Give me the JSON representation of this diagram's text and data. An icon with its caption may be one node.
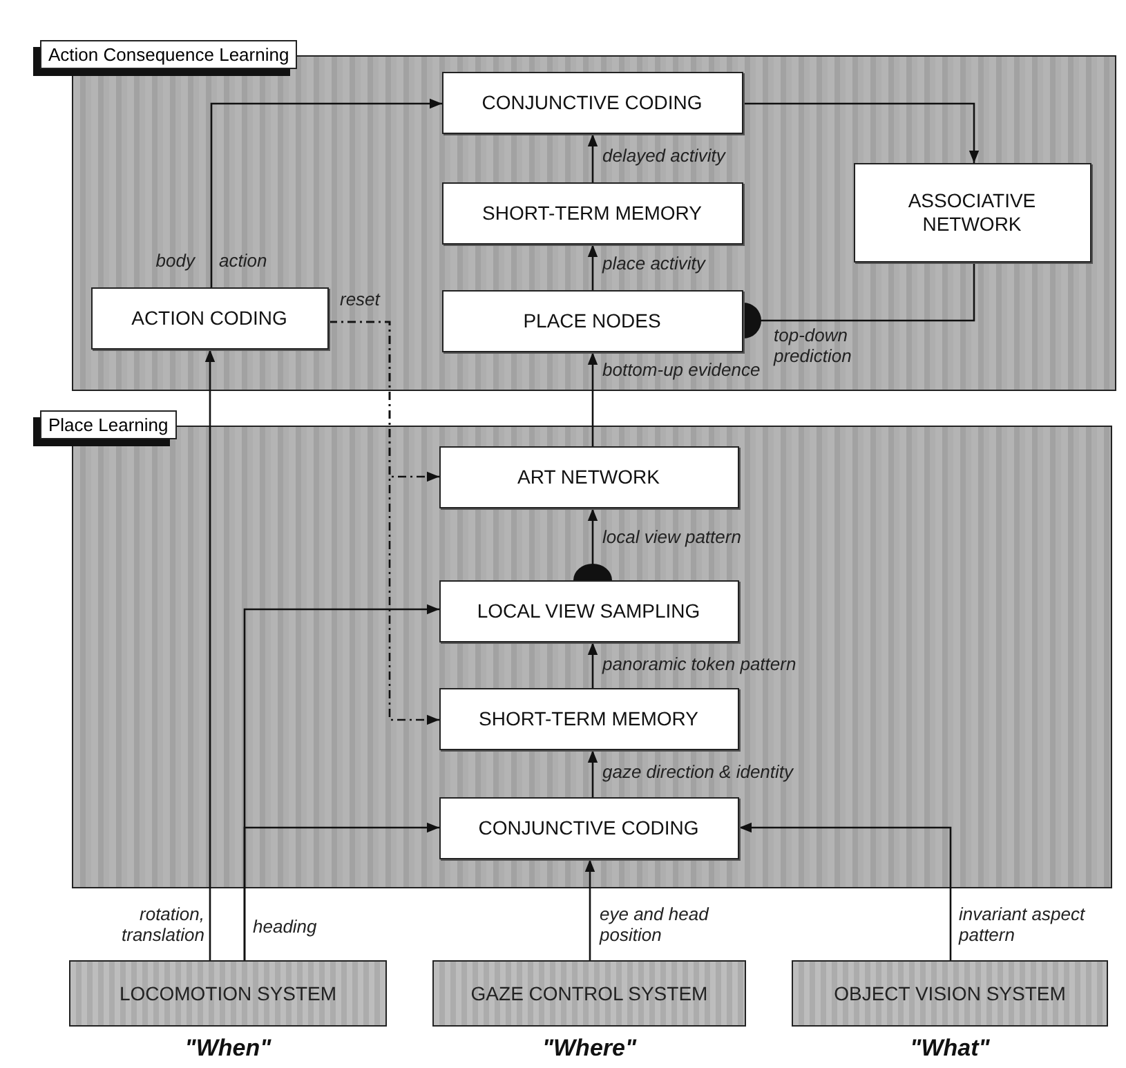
{
  "diagram": {
    "nodes": [
      {
        "text": [
          "Action Consequence Learning"
        ]
      },
      {
        "text": [
          "CONJUNCTIVE CODING"
        ],
        "in": 0
      },
      {
        "text": [
          "SHORT-TERM MEMORY"
        ],
        "in": 0
      },
      {
        "text": [
          "ASSOCIATIVE NETWORK"
        ],
        "in": 0
      },
      {
        "text": [
          "ACTION CODING"
        ],
        "in": 0
      },
      {
        "text": [
          "PLACE NODES"
        ],
        "in": 0
      },
      {
        "text": [
          "Place Learning"
        ]
      },
      {
        "text": [
          "ART NETWORK"
        ],
        "in": 6
      },
      {
        "text": [
          "LOCAL VIEW SAMPLING"
        ],
        "in": 6
      },
      {
        "text": [
          "SHORT-TERM MEMORY"
        ],
        "in": 6
      },
      {
        "text": [
          "CONJUNCTIVE CODING"
        ],
        "in": 6
      },
      {
        "text": [
          "LOCOMOTION SYSTEM"
        ],
        "beside": [
          "\"When\""
        ]
      },
      {
        "text": [
          "GAZE CONTROL SYSTEM"
        ],
        "beside": [
          "\"Where\""
        ]
      },
      {
        "text": [
          "OBJECT VISION SYSTEM"
        ],
        "beside": [
          "\"What\""
        ]
      }
    ],
    "edges": [
      {
        "from": 4,
        "to": 1,
        "arrow": "to",
        "label": "body action"
      },
      {
        "from": 1,
        "to": 3,
        "arrow": "to"
      },
      {
        "from": 2,
        "to": 1,
        "arrow": "to",
        "label": "delayed activity"
      },
      {
        "from": 5,
        "to": 2,
        "arrow": "to",
        "label": "place activity"
      },
      {
        "from": 3,
        "to": 5,
        "arrow": "other",
        "label": "top-down prediction"
      },
      {
        "from": 7,
        "to": 5,
        "arrow": "to",
        "label": "bottom-up evidence"
      },
      {
        "from": 8,
        "to": 7,
        "arrow": "to",
        "label": "local view pattern"
      },
      {
        "from": 9,
        "to": 8,
        "arrow": "to",
        "label": "panoramic token pattern"
      },
      {
        "from": 10,
        "to": 9,
        "arrow": "to",
        "label": "gaze direction & identity"
      },
      {
        "from": 11,
        "to": 4,
        "arrow": "to",
        "label": "rotation, translation"
      },
      {
        "from": 11,
        "to": 8,
        "arrow": "to",
        "label": "heading"
      },
      {
        "from": 11,
        "to": 10,
        "arrow": "to"
      },
      {
        "from": 12,
        "to": 10,
        "arrow": "to",
        "label": "eye and head position"
      },
      {
        "from": 13,
        "to": 10,
        "arrow": "to",
        "label": "invariant aspect pattern"
      },
      {
        "from": 4,
        "to": 7,
        "arrow": "to",
        "style": "dashed",
        "label": "reset"
      },
      {
        "from": 4,
        "to": 9,
        "arrow": "to",
        "style": "dashed"
      }
    ]
  }
}
